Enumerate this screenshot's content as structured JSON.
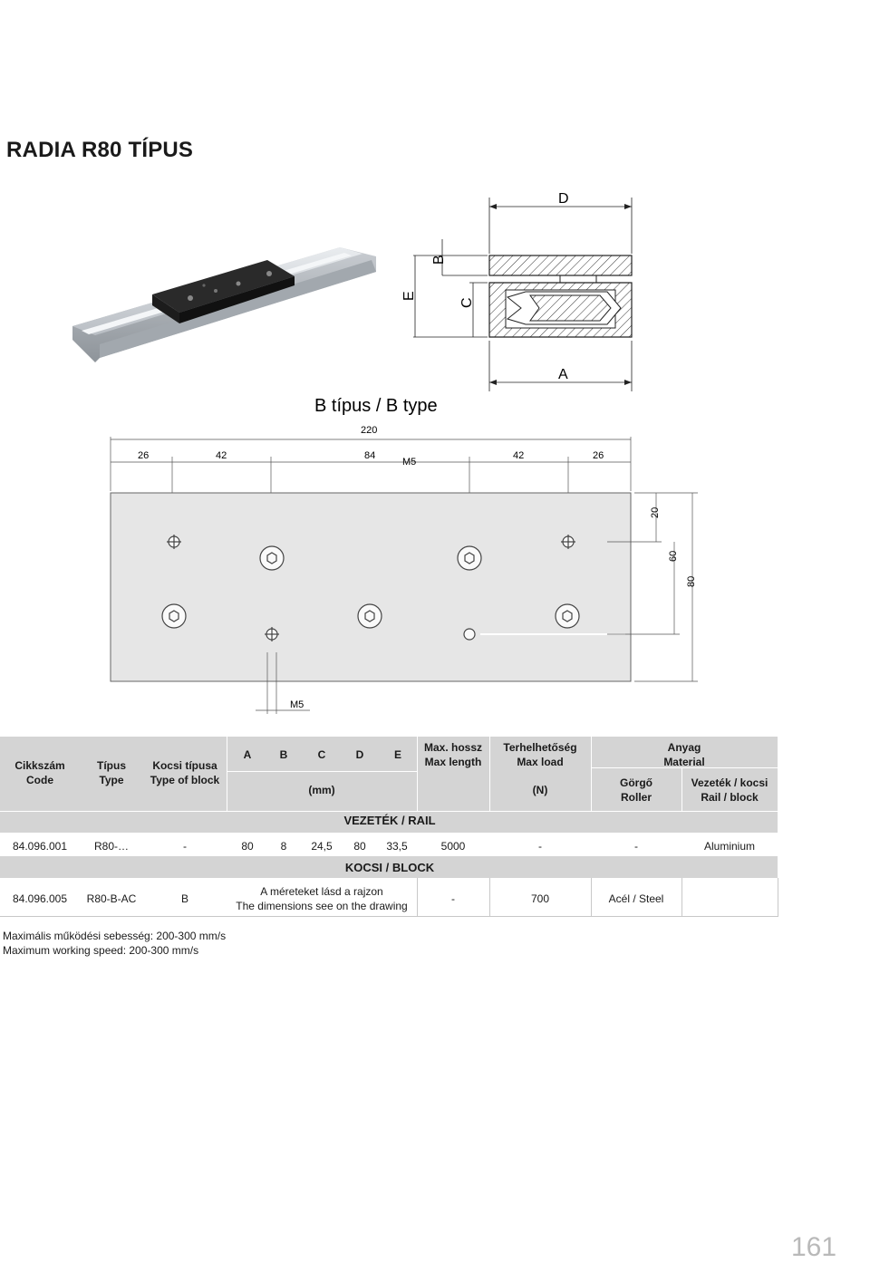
{
  "page": {
    "title": "RADIA R80 TÍPUS",
    "page_number": "161"
  },
  "section_view": {
    "labels": {
      "D": "D",
      "B": "B",
      "E": "E",
      "C": "C",
      "A": "A"
    }
  },
  "block_drawing": {
    "caption": "B típus / B type",
    "dims_top": {
      "total": "220",
      "d1": "26",
      "d2": "42",
      "d3": "84",
      "d4": "42",
      "d5": "26",
      "thread": "M5"
    },
    "dims_right": {
      "d1": "20",
      "d2": "60",
      "d3": "80"
    },
    "dims_bottom": {
      "thread": "M5"
    }
  },
  "table": {
    "headers": {
      "code_hu": "Cikkszám",
      "code_en": "Code",
      "type_hu": "Típus",
      "type_en": "Type",
      "block_hu": "Kocsi típusa",
      "block_en": "Type of block",
      "A": "A",
      "B": "B",
      "C": "C",
      "D": "D",
      "E": "E",
      "unit_mm": "(mm)",
      "maxlen_hu": "Max. hossz",
      "maxlen_en": "Max length",
      "load_hu": "Terhelhetőség",
      "load_en": "Max load",
      "unit_n": "(N)",
      "material_hu": "Anyag",
      "material_en": "Material",
      "roller_hu": "Görgő",
      "roller_en": "Roller",
      "railblock_hu": "Vezeték / kocsi",
      "railblock_en": "Rail / block"
    },
    "rail_section": "VEZETÉK / RAIL",
    "rail_row": {
      "code": "84.096.001",
      "type": "R80-…",
      "block": "-",
      "A": "80",
      "B": "8",
      "C": "24,5",
      "D": "80",
      "E": "33,5",
      "maxlen": "5000",
      "load": "-",
      "roller": "-",
      "material": "Aluminium"
    },
    "block_section": "KOCSI / BLOCK",
    "block_row": {
      "code": "84.096.005",
      "type": "R80-B-AC",
      "block": "B",
      "note_hu": "A méreteket lásd a rajzon",
      "note_en": "The dimensions see on the drawing",
      "maxlen": "-",
      "load": "700",
      "roller": "Acél / Steel",
      "material": ""
    }
  },
  "notes": {
    "speed_hu": "Maximális működési sebesség: 200-300 mm/s",
    "speed_en": "Maximum working speed: 200-300 mm/s"
  }
}
